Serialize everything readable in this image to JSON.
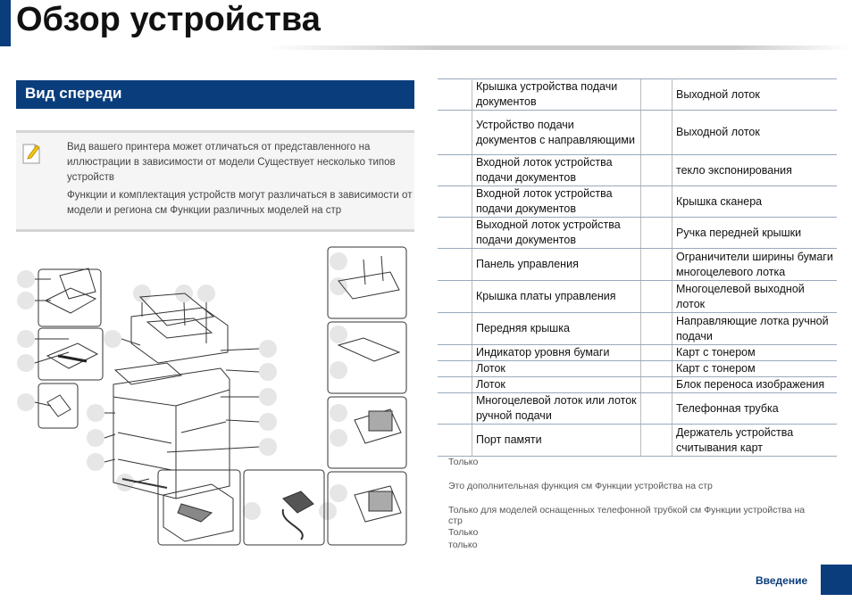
{
  "page": {
    "title": "Обзор устройства"
  },
  "section": {
    "heading": "Вид спереди"
  },
  "note": {
    "icon": "note-pencil-icon",
    "p1": "Вид вашего принтера может отличаться от представленного на иллюстрации в зависимости от модели  Существует несколько типов устройств",
    "p2": "Функции и комплектация устройств могут различаться в зависимости от модели и региона  см    Функции различных моделей   на стр"
  },
  "parts": [
    {
      "left": "Крышка устройства подачи документов",
      "right": "Выходной лоток"
    },
    {
      "left": "Устройство подачи документов с направляющими",
      "right": "Выходной лоток"
    },
    {
      "left": "Входной лоток устройства подачи документов",
      "right": " текло экспонирования"
    },
    {
      "left": "Входной лоток устройства подачи документов",
      "right": "Крышка сканера"
    },
    {
      "left": "Выходной лоток устройства подачи документов",
      "right": "Ручка передней крышки"
    },
    {
      "left": "Панель управления",
      "right": "Ограничители ширины бумаги многоцелевого лотка"
    },
    {
      "left": "Крышка платы управления",
      "right": "Многоцелевой выходной лоток"
    },
    {
      "left": "Передняя крышка",
      "right": "Направляющие лотка ручной подачи"
    },
    {
      "left": "Индикатор уровня бумаги",
      "right": "Карт  с тонером"
    },
    {
      "left": "Лоток",
      "right": "Карт  с тонером"
    },
    {
      "left": "Лоток",
      "right": "Блок переноса изображения"
    },
    {
      "left": "Многоцелевой лоток  или лоток ручной подачи",
      "right": "Телефонная трубка"
    },
    {
      "left": "Порт          памяти",
      "right": "Держатель устройства считывания карт"
    }
  ],
  "footnotes": {
    "f1": "Только",
    "f2": "Это дополнительная функция  см    Функции устройства   на стр",
    "f3": "Только для моделей  оснащенных телефонной трубкой  см    Функции устройства   на стр",
    "f4": "Только",
    "f5": "только"
  },
  "footer": {
    "section_label": "Введение"
  }
}
